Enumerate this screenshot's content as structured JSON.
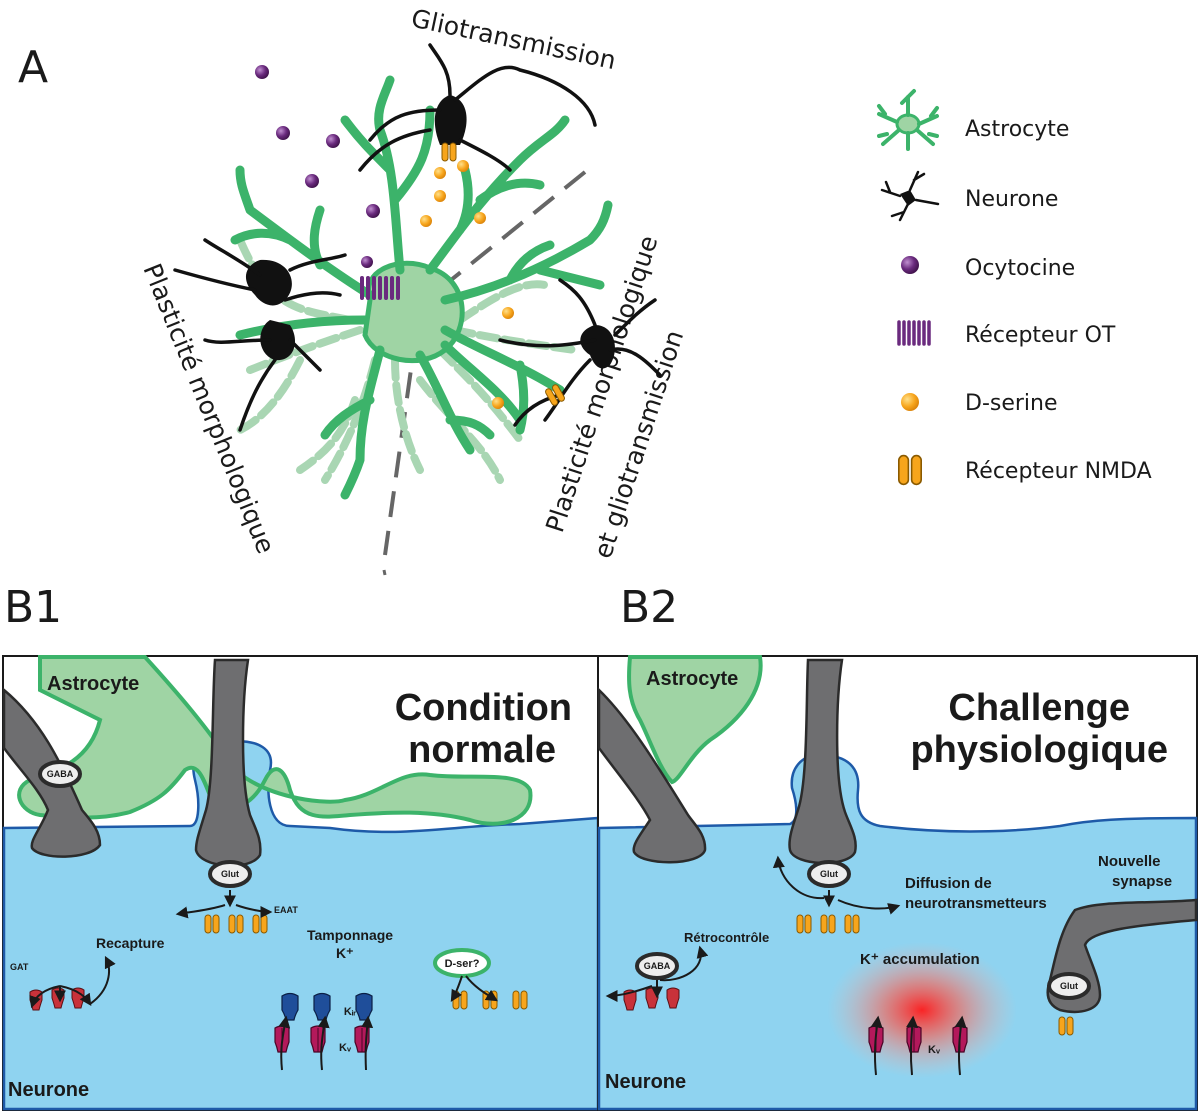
{
  "panel_a": {
    "letter": "A",
    "label_top": "Gliotransmission",
    "label_left": "Plasticité morphologique",
    "label_right_line1": "Plasticité morphologique",
    "label_right_line2": "et gliotransmission"
  },
  "legend": [
    {
      "icon": "astrocyte-icon",
      "label": "Astrocyte"
    },
    {
      "icon": "neuron-icon",
      "label": "Neurone"
    },
    {
      "icon": "oxytocin-icon",
      "label": "Ocytocine"
    },
    {
      "icon": "ot-receptor-icon",
      "label": "Récepteur OT"
    },
    {
      "icon": "d-serine-icon",
      "label": "D-serine"
    },
    {
      "icon": "nmda-receptor-icon",
      "label": "Récepteur NMDA"
    }
  ],
  "panel_b1": {
    "letter": "B1",
    "title_line1": "Condition",
    "title_line2": "normale",
    "astrocyte": "Astrocyte",
    "neurone": "Neurone",
    "glut": "Glut",
    "gaba": "GABA",
    "eaat": "EAAT",
    "gat": "GAT",
    "recapture": "Recapture",
    "tamponnage": "Tamponnage",
    "k_buffer": "K⁺",
    "d_ser": "D-ser?",
    "kir": "Kᵢᵣ",
    "kv": "Kᵥ"
  },
  "panel_b2": {
    "letter": "B2",
    "title_line1": "Challenge",
    "title_line2": "physiologique",
    "astrocyte": "Astrocyte",
    "neurone": "Neurone",
    "glut_1": "Glut",
    "glut_2": "Glut",
    "gaba": "GABA",
    "retro": "Rétrocontrôle",
    "diffusion_line1": "Diffusion de",
    "diffusion_line2": "neurotransmetteurs",
    "nouvelle_line1": "Nouvelle",
    "nouvelle_line2": "synapse",
    "k_accum": "K⁺ accumulation",
    "kv": "Kᵥ"
  },
  "colors": {
    "astrocyte_green": "#3cb36a",
    "astrocyte_fill": "#9fd4a4",
    "neuron_blue": "#8fd3f0",
    "terminal_gray": "#6e6e70",
    "oxytocin_purple": "#6a2a7e",
    "d_serine_orange": "#f7a51c",
    "gaba_receptor_red": "#c8323a",
    "kir_blue": "#1f4e9a",
    "kv_magenta": "#b3195b"
  }
}
